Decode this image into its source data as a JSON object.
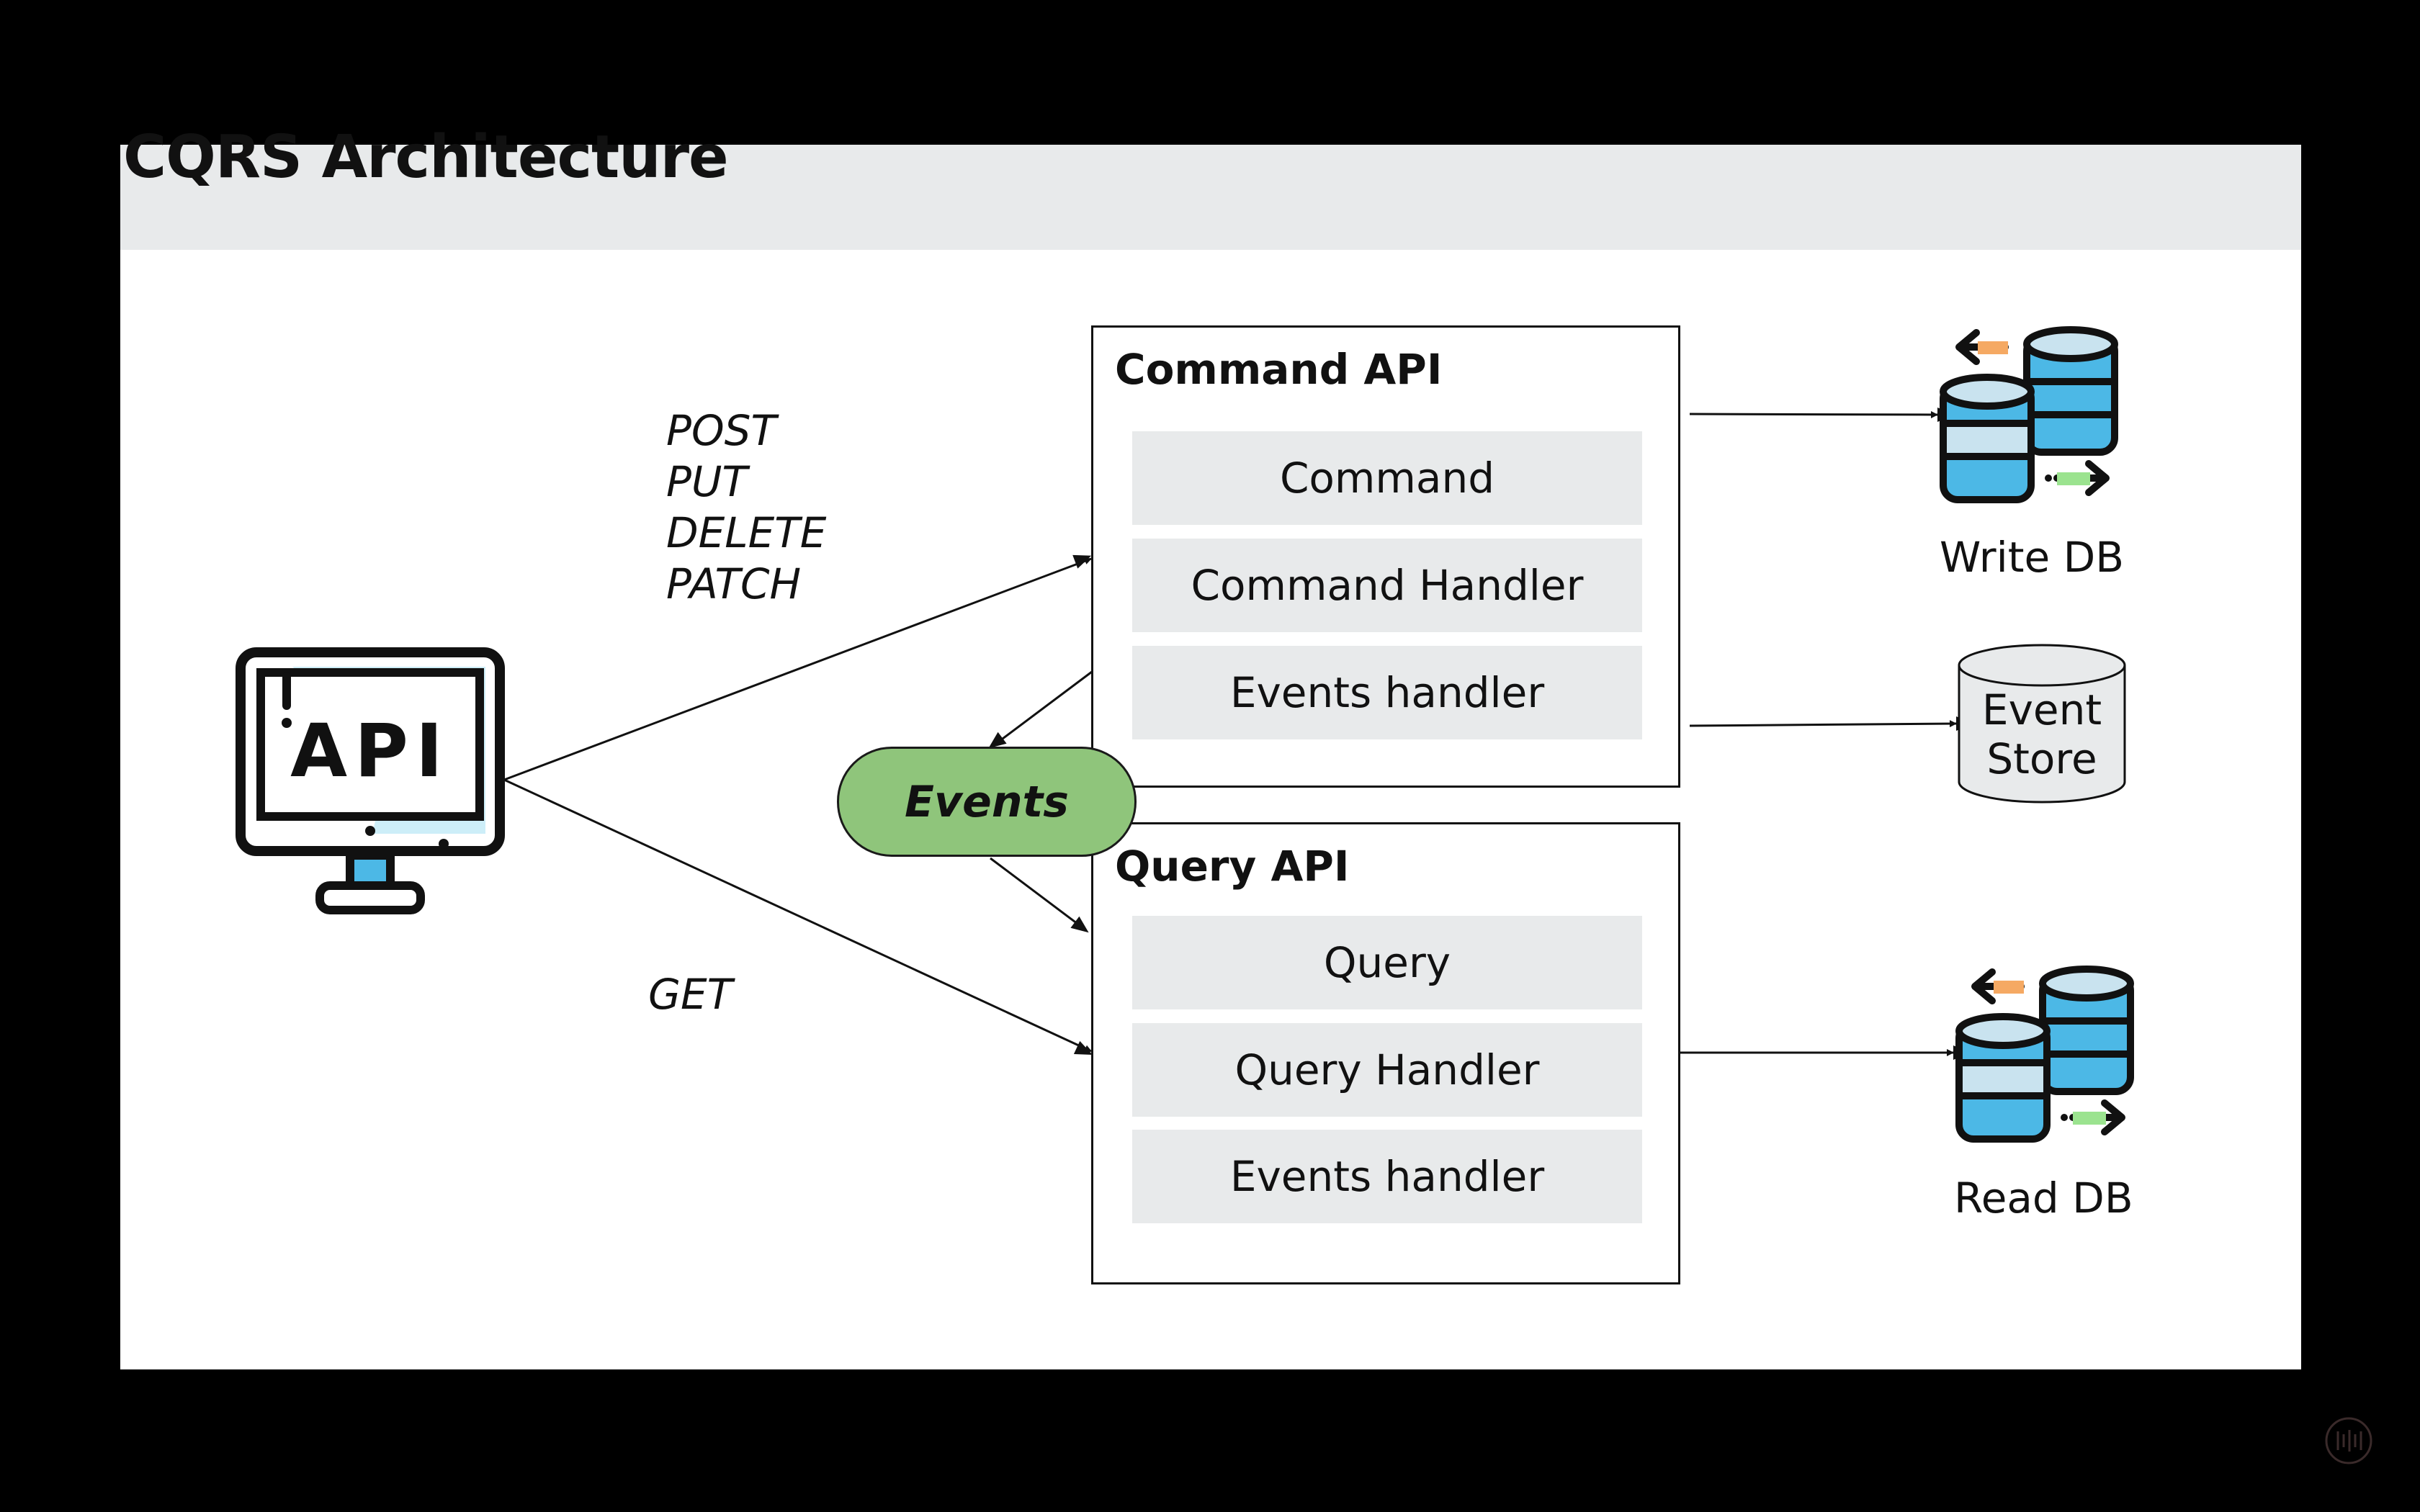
{
  "title": "CQRS Architecture",
  "client": {
    "icon": "monitor-api-icon",
    "screen_text": "API"
  },
  "write_methods": [
    "POST",
    "PUT",
    "DELETE",
    "PATCH"
  ],
  "read_methods": [
    "GET"
  ],
  "command_api": {
    "title": "Command API",
    "items": [
      "Command",
      "Command Handler",
      "Events handler"
    ]
  },
  "events": {
    "label": "Events"
  },
  "query_api": {
    "title": "Query API",
    "items": [
      "Query",
      "Query Handler",
      "Events handler"
    ]
  },
  "stores": {
    "write_db": {
      "label": "Write DB",
      "icon": "database-sync-icon"
    },
    "event_store": {
      "line1": "Event",
      "line2": "Store",
      "icon": "cylinder-icon"
    },
    "read_db": {
      "label": "Read DB",
      "icon": "database-sync-icon"
    }
  },
  "colors": {
    "background": "#000000",
    "slide": "#ffffff",
    "band": "#e8eaeb",
    "row_fill": "#e8eaeb",
    "events_fill": "#8fc57b",
    "db_blue": "#4cb8e6",
    "db_light": "#c9e3ef",
    "arrow_orange": "#f5a963",
    "arrow_green": "#9be38f",
    "screen_light": "#cdeef8"
  }
}
